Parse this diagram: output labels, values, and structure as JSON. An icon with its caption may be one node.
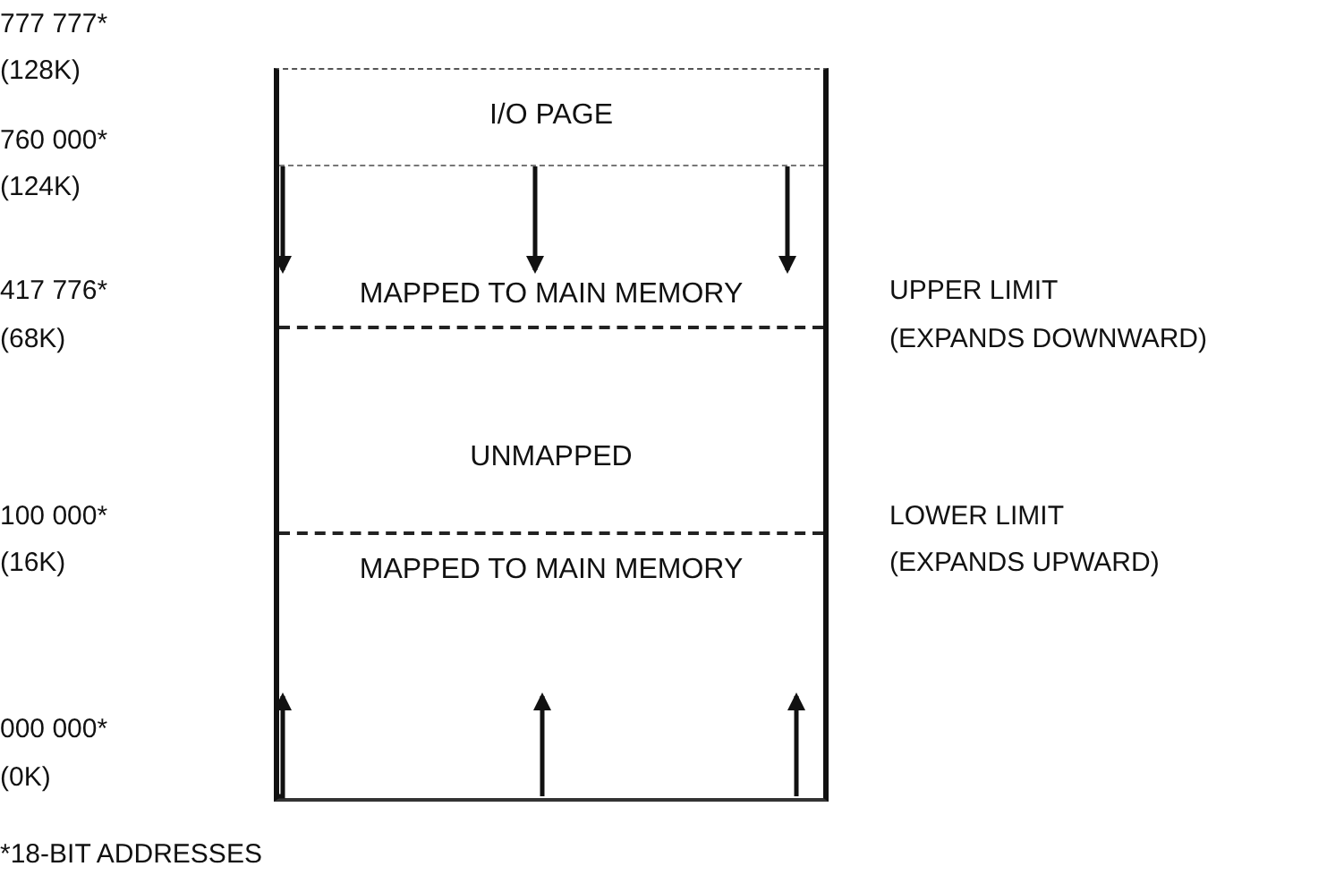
{
  "diagram": {
    "nodes": [
      {
        "text": [],
        "shape": "box"
      },
      {
        "text": [
          "I/O PAGE"
        ],
        "in": 0
      },
      {
        "text": [
          "MAPPED TO MAIN MEMORY"
        ],
        "in": 0
      },
      {
        "text": [
          "UNMAPPED"
        ],
        "in": 0
      },
      {
        "text": [
          "MAPPED TO MAIN MEMORY"
        ],
        "in": 0
      }
    ],
    "edges": [
      {
        "from": 1,
        "to": 2,
        "arrow": "to"
      },
      {
        "from": 1,
        "to": 2,
        "arrow": "to"
      },
      {
        "from": 1,
        "to": 2,
        "arrow": "to"
      }
    ],
    "labels": [
      "777 777*",
      "(128K)",
      "760 000*",
      "(124K)",
      "417 776*",
      "(68K)",
      "UPPER LIMIT",
      "(EXPANDS DOWNWARD)",
      "100 000*",
      "(16K)",
      "LOWER LIMIT",
      "(EXPANDS UPWARD)",
      "000 000*",
      "(0K)",
      "*18-BIT ADDRESSES"
    ]
  }
}
